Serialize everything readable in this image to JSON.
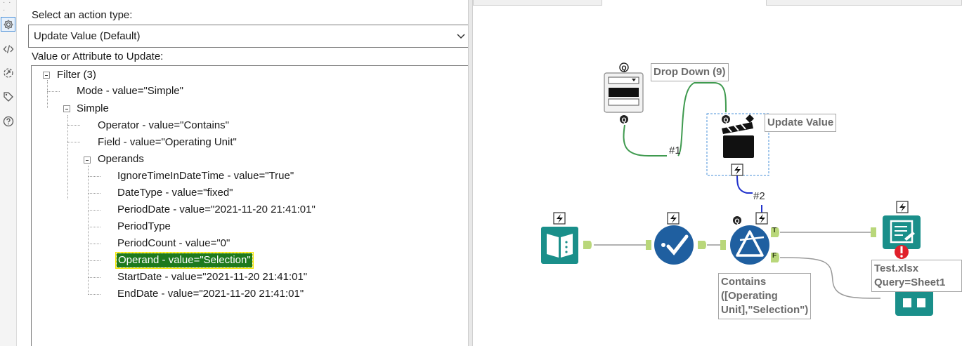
{
  "sidebar": {
    "icons": [
      "gear-icon",
      "code-icon",
      "connection-icon",
      "tag-icon",
      "help-icon"
    ]
  },
  "config": {
    "action_label": "Select an action type:",
    "action_value": "Update Value (Default)",
    "value_label": "Value or Attribute to Update:",
    "tree": {
      "root": "Filter (3)",
      "mode": "Mode - value=\"Simple\"",
      "simple": "Simple",
      "operator": "Operator - value=\"Contains\"",
      "field": "Field - value=\"Operating Unit\"",
      "operands": "Operands",
      "items": [
        "IgnoreTimeInDateTime - value=\"True\"",
        "DateType - value=\"fixed\"",
        "PeriodDate - value=\"2021-11-20 21:41:01\"",
        "PeriodType",
        "PeriodCount - value=\"0\"",
        "Operand - value=\"Selection\"",
        "StartDate - value=\"2021-11-20 21:41:01\"",
        "EndDate - value=\"2021-11-20 21:41:01\""
      ],
      "selected_index": 5
    }
  },
  "canvas": {
    "dropdown_annotation": "Drop Down (9)",
    "update_value_annotation": "Update Value",
    "connection_1": "#1",
    "connection_2": "#2",
    "filter_annotation": "Contains\n([Operating\nUnit],\"Selection\")",
    "output_annotation_line1": "Test.xlsx",
    "output_annotation_line2": "Query=Sheet1",
    "filter_true": "T",
    "filter_false": "F",
    "colors": {
      "teal": "#1a8f8a",
      "blue": "#1f5fa0",
      "green_wire": "#3f9a4f",
      "blue_wire": "#2233cc",
      "anchor": "#b9d77a",
      "error": "#e0202a"
    }
  }
}
